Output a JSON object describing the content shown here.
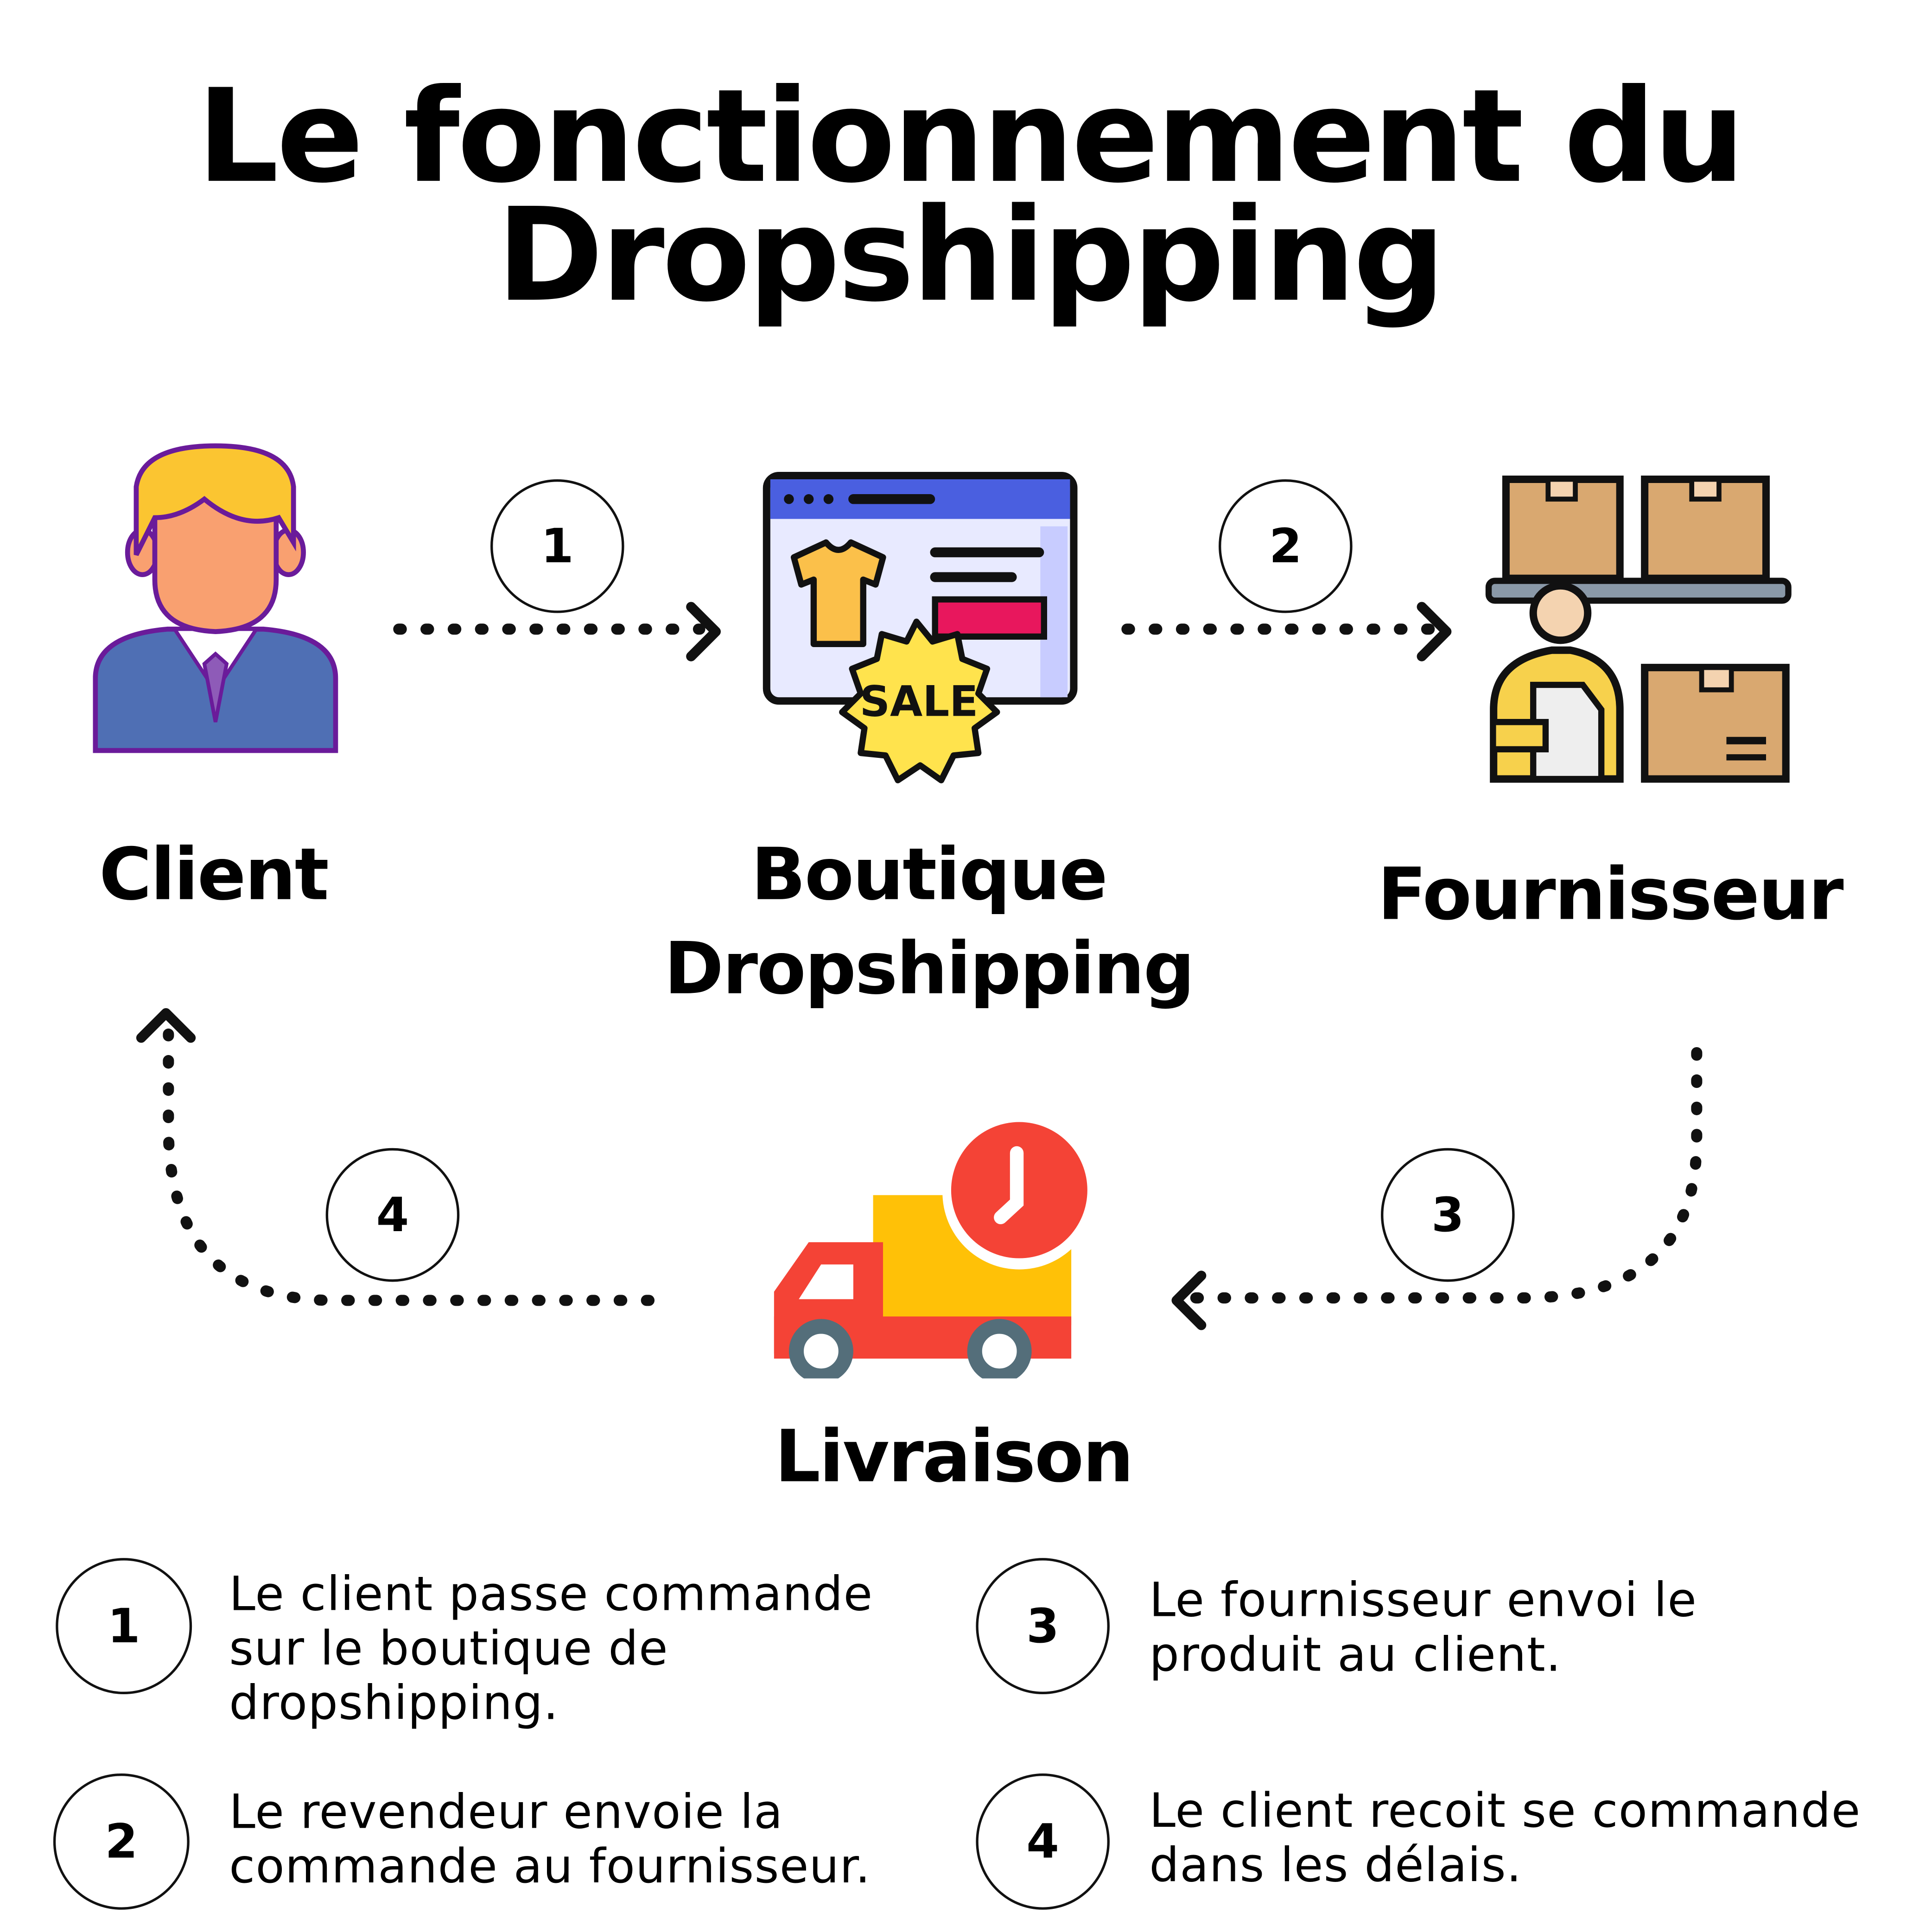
{
  "title": {
    "line1": "Le fonctionnement du",
    "line2": "Dropshipping"
  },
  "nodes": {
    "client": "Client",
    "boutique_line1": "Boutique",
    "boutique_line2": "Dropshipping",
    "fournisseur": "Fournisseur",
    "livraison": "Livraison",
    "sale_badge": "SALE"
  },
  "steps": [
    {
      "number": "1",
      "text_lines": [
        "Le client passe commande",
        "sur le boutique de",
        "dropshipping."
      ]
    },
    {
      "number": "2",
      "text_lines": [
        "Le revendeur envoie la",
        "commande au fournisseur."
      ]
    },
    {
      "number": "3",
      "text_lines": [
        "Le fournisseur envoi le",
        "produit au client."
      ]
    },
    {
      "number": "4",
      "text_lines": [
        "Le client recoit se commande",
        "dans les délais."
      ]
    }
  ],
  "colors": {
    "blue": "#4a6bd8",
    "yellow": "#ffc107",
    "red": "#f44336",
    "box": "#d9a870",
    "purple": "#6a1b9a"
  }
}
